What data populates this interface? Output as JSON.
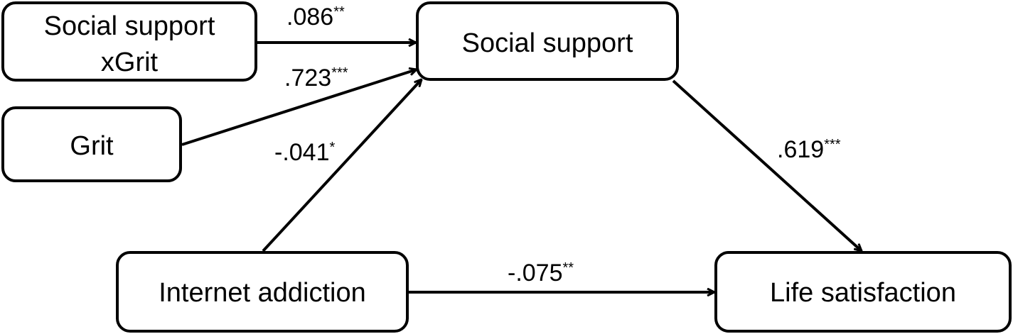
{
  "nodes": {
    "interaction": {
      "line1": "Social support",
      "line2": "xGrit"
    },
    "grit": {
      "label": "Grit"
    },
    "social_support": {
      "label": "Social support"
    },
    "internet_addiction": {
      "label": "Internet addiction"
    },
    "life_satisfaction": {
      "label": "Life satisfaction"
    }
  },
  "paths": {
    "interaction_to_social": {
      "coef": ".086",
      "sig": "**"
    },
    "grit_to_social": {
      "coef": ".723",
      "sig": "***"
    },
    "internet_to_social": {
      "coef": "-.041",
      "sig": "*"
    },
    "social_to_life": {
      "coef": ".619",
      "sig": "***"
    },
    "internet_to_life": {
      "coef": "-.075",
      "sig": "**"
    }
  },
  "colors": {
    "stroke": "#000000",
    "background": "#ffffff"
  }
}
